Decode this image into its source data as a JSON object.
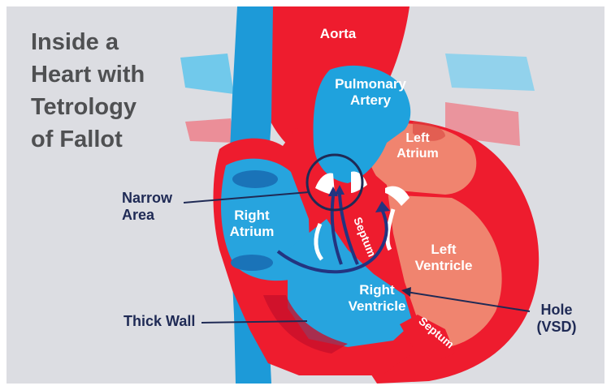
{
  "title": [
    "Inside a",
    "Heart with",
    "Tetrology",
    "of Fallot"
  ],
  "labels": {
    "aorta": "Aorta",
    "pulmonary_artery": [
      "Pulmonary",
      "Artery"
    ],
    "left_atrium": [
      "Left",
      "Atrium"
    ],
    "right_atrium": [
      "Right",
      "Atrium"
    ],
    "left_ventricle": [
      "Left",
      "Ventricle"
    ],
    "right_ventricle": [
      "Right",
      "Ventricle"
    ],
    "septum_upper": "Septum",
    "septum_lower": "Septum"
  },
  "callouts": {
    "narrow_area": [
      "Narrow",
      "Area"
    ],
    "thick_wall": "Thick Wall",
    "hole": [
      "Hole",
      "(VSD)"
    ]
  },
  "colors": {
    "oxygenated_red": "#ee1c2e",
    "deoxygenated_blue": "#1d9ad8",
    "chamber_salmon": "#f0846f",
    "arrow_navy": "#233480",
    "label_dark": "#1f2a55",
    "background": "#dcdde2"
  }
}
